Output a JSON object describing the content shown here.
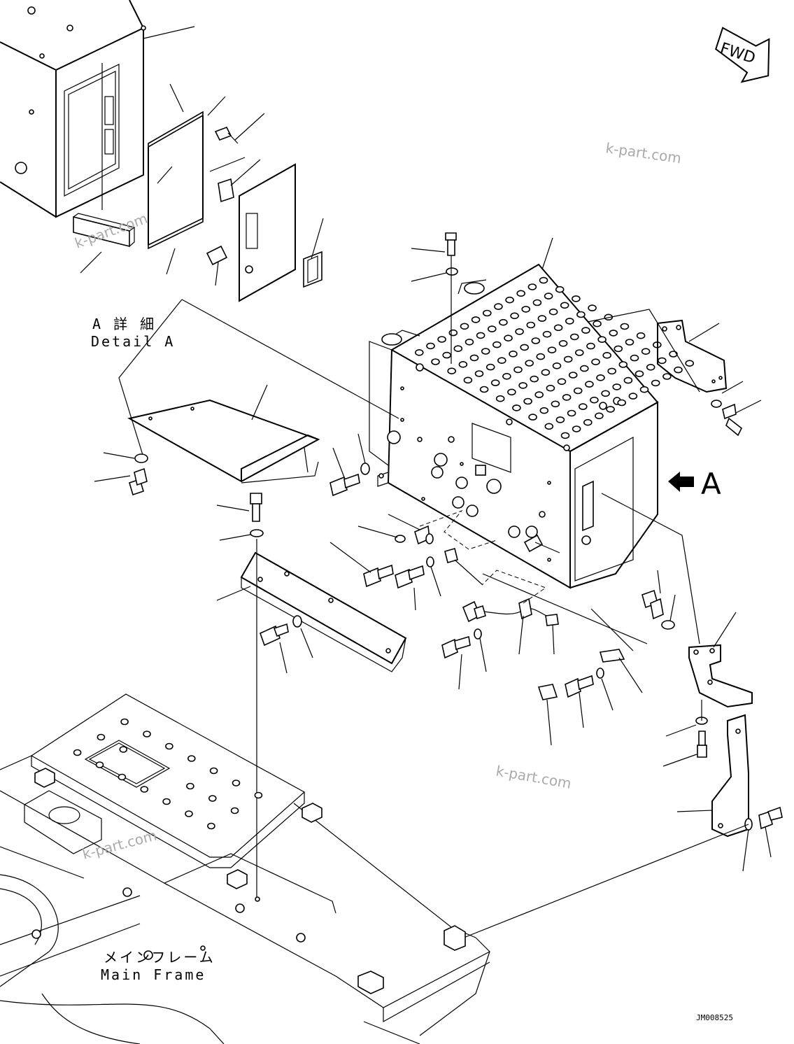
{
  "labels": {
    "detail_jp": "A 詳 細",
    "detail_en": "Detail A",
    "frame_jp": "メインフレーム",
    "frame_en": "Main Frame",
    "view_letter": "A",
    "fwd": "FWD",
    "drawing_code": "JM008525"
  },
  "watermarks": [
    "k-part.com",
    "k-part.com",
    "k-part.com",
    "k-part.com"
  ],
  "icons": {
    "fwd_arrow": "fwd-arrow-icon",
    "view_arrow": "view-arrow-icon"
  }
}
